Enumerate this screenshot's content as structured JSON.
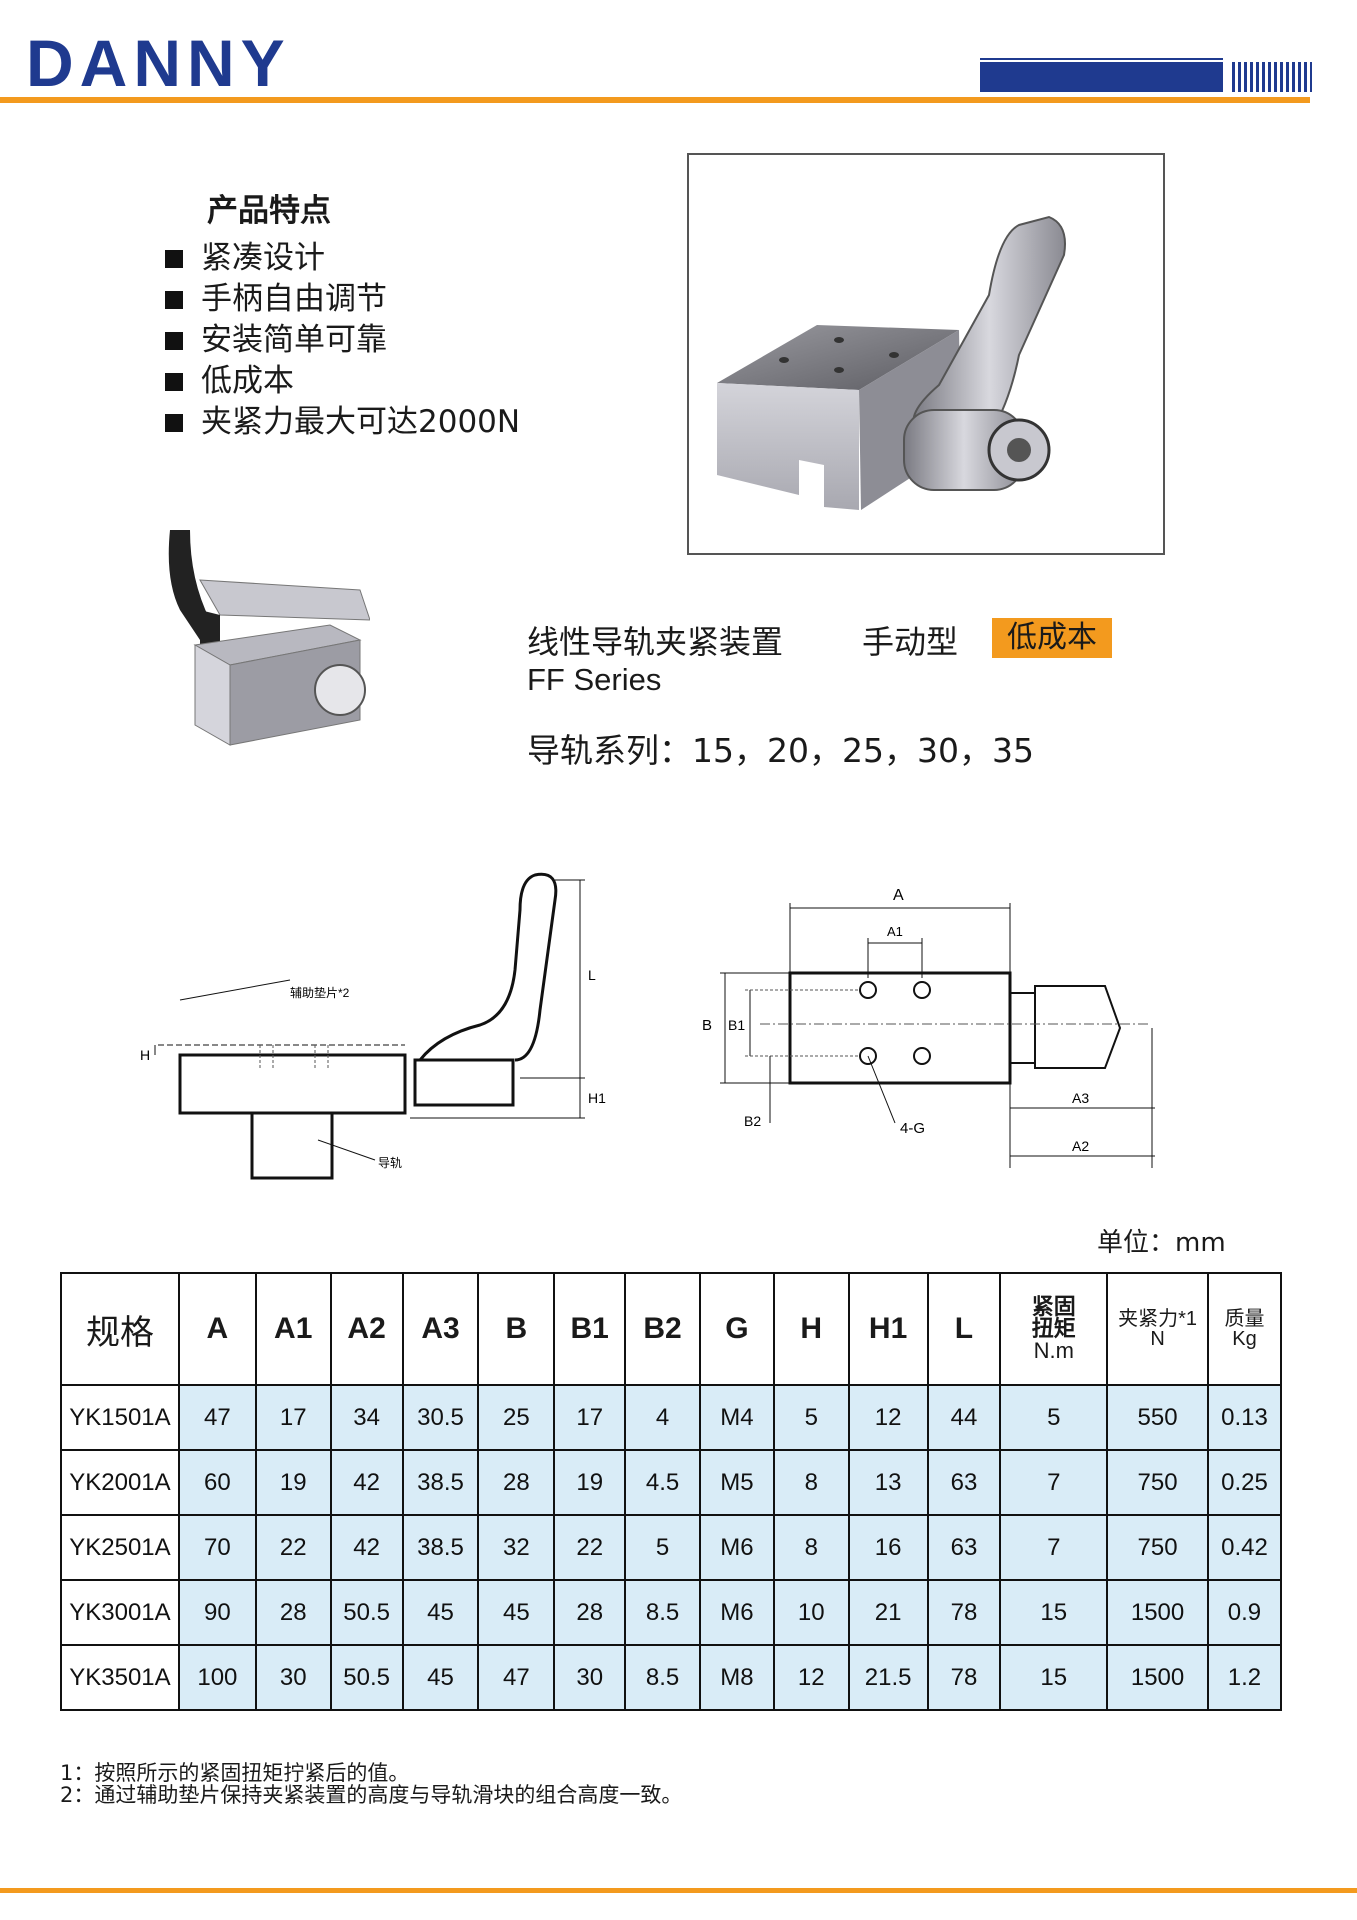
{
  "header": {
    "logo": "DANNY"
  },
  "features": {
    "title": "产品特点",
    "items": [
      "紧凑设计",
      "手柄自由调节",
      "安装简单可靠",
      "低成本",
      "夹紧力最大可达2000N"
    ]
  },
  "product": {
    "title": "线性导轨夹紧装置",
    "mode": "手动型",
    "badge": "低成本",
    "series": "FF  Series",
    "rail_series": "导轨系列：15，20，25，30，35"
  },
  "drawing": {
    "side_labels": {
      "shim": "辅助垫片*2",
      "rail": "导轨",
      "H": "H",
      "H1": "H1",
      "L": "L"
    },
    "top_labels": {
      "A": "A",
      "A1": "A1",
      "B": "B",
      "B1": "B1",
      "B2": "B2",
      "G": "4-G",
      "A3": "A3",
      "A2": "A2"
    }
  },
  "unit": "单位：mm",
  "table": {
    "headers": [
      "规格",
      "A",
      "A1",
      "A2",
      "A3",
      "B",
      "B1",
      "B2",
      "G",
      "H",
      "H1",
      "L"
    ],
    "torque_header": [
      "紧固",
      "扭矩",
      "N.m"
    ],
    "force_header": [
      "夹紧力*1",
      "N"
    ],
    "mass_header": [
      "质量",
      "Kg"
    ],
    "rows": [
      [
        "YK1501A",
        "47",
        "17",
        "34",
        "30.5",
        "25",
        "17",
        "4",
        "M4",
        "5",
        "12",
        "44",
        "5",
        "550",
        "0.13"
      ],
      [
        "YK2001A",
        "60",
        "19",
        "42",
        "38.5",
        "28",
        "19",
        "4.5",
        "M5",
        "8",
        "13",
        "63",
        "7",
        "750",
        "0.25"
      ],
      [
        "YK2501A",
        "70",
        "22",
        "42",
        "38.5",
        "32",
        "22",
        "5",
        "M6",
        "8",
        "16",
        "63",
        "7",
        "750",
        "0.42"
      ],
      [
        "YK3001A",
        "90",
        "28",
        "50.5",
        "45",
        "45",
        "28",
        "8.5",
        "M6",
        "10",
        "21",
        "78",
        "15",
        "1500",
        "0.9"
      ],
      [
        "YK3501A",
        "100",
        "30",
        "50.5",
        "45",
        "47",
        "30",
        "8.5",
        "M8",
        "12",
        "21.5",
        "78",
        "15",
        "1500",
        "1.2"
      ]
    ]
  },
  "notes": [
    "1：按照所示的紧固扭矩拧紧后的值。",
    "2：通过辅助垫片保持夹紧装置的高度与导轨滑块的组合高度一致。"
  ],
  "colors": {
    "brand_blue": "#1f3a8f",
    "accent_orange": "#f39a1e",
    "table_blue": "#d9ecf7"
  }
}
